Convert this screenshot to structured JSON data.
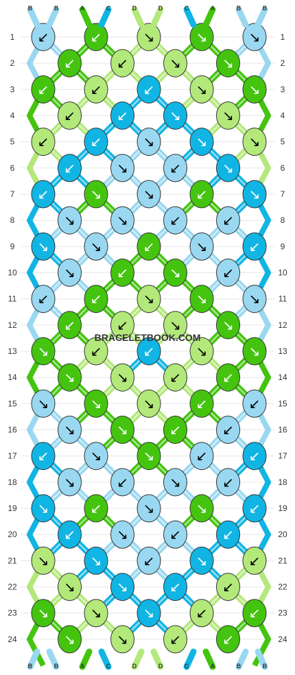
{
  "colors": {
    "A": "#44c40f",
    "B": "#99d8f0",
    "C": "#11b5e4",
    "D": "#b3e87a"
  },
  "strands": {
    "top": [
      "B",
      "B",
      "A",
      "C",
      "D",
      "D",
      "C",
      "A",
      "B",
      "B"
    ],
    "bottom": [
      "B",
      "B",
      "A",
      "C",
      "D",
      "D",
      "C",
      "A",
      "B",
      "B"
    ]
  },
  "row_labels": [
    "1",
    "2",
    "3",
    "4",
    "5",
    "6",
    "7",
    "8",
    "9",
    "10",
    "11",
    "12",
    "13",
    "14",
    "15",
    "16",
    "17",
    "18",
    "19",
    "20",
    "21",
    "22",
    "23",
    "24"
  ],
  "watermark": "BRACELETBOOK.COM",
  "knot_rows": [
    [
      {
        "c": "B",
        "d": "↙"
      },
      {
        "c": "A",
        "d": "↙"
      },
      {
        "c": "D",
        "d": "↘"
      },
      {
        "c": "A",
        "d": "↘"
      },
      {
        "c": "B",
        "d": "↘"
      }
    ],
    [
      {
        "c": "A",
        "d": "↙"
      },
      {
        "c": "D",
        "d": "↙"
      },
      {
        "c": "D",
        "d": "↘"
      },
      {
        "c": "A",
        "d": "↘"
      }
    ],
    [
      {
        "c": "A",
        "d": "↙"
      },
      {
        "c": "D",
        "d": "↙"
      },
      {
        "c": "C",
        "d": "↙"
      },
      {
        "c": "D",
        "d": "↘"
      },
      {
        "c": "A",
        "d": "↘"
      }
    ],
    [
      {
        "c": "D",
        "d": "↙"
      },
      {
        "c": "C",
        "d": "↙"
      },
      {
        "c": "C",
        "d": "↘"
      },
      {
        "c": "D",
        "d": "↘"
      }
    ],
    [
      {
        "c": "D",
        "d": "↙"
      },
      {
        "c": "C",
        "d": "↙"
      },
      {
        "c": "B",
        "d": "↘"
      },
      {
        "c": "C",
        "d": "↘"
      },
      {
        "c": "D",
        "d": "↘"
      }
    ],
    [
      {
        "c": "C",
        "d": "↙"
      },
      {
        "c": "B",
        "d": "↘"
      },
      {
        "c": "B",
        "d": "↙"
      },
      {
        "c": "C",
        "d": "↘"
      }
    ],
    [
      {
        "c": "C",
        "d": "↙"
      },
      {
        "c": "A",
        "d": "↘"
      },
      {
        "c": "B",
        "d": "↘"
      },
      {
        "c": "A",
        "d": "↙"
      },
      {
        "c": "C",
        "d": "↘"
      }
    ],
    [
      {
        "c": "B",
        "d": "↘"
      },
      {
        "c": "B",
        "d": "↘"
      },
      {
        "c": "B",
        "d": "↙"
      },
      {
        "c": "B",
        "d": "↙"
      }
    ],
    [
      {
        "c": "C",
        "d": "↘"
      },
      {
        "c": "B",
        "d": "↘"
      },
      {
        "c": "A",
        "d": "↙"
      },
      {
        "c": "B",
        "d": "↘"
      },
      {
        "c": "C",
        "d": "↙"
      }
    ],
    [
      {
        "c": "B",
        "d": "↘"
      },
      {
        "c": "A",
        "d": "↙"
      },
      {
        "c": "A",
        "d": "↘"
      },
      {
        "c": "B",
        "d": "↙"
      }
    ],
    [
      {
        "c": "B",
        "d": "↙"
      },
      {
        "c": "A",
        "d": "↙"
      },
      {
        "c": "D",
        "d": "↘"
      },
      {
        "c": "A",
        "d": "↘"
      },
      {
        "c": "B",
        "d": "↘"
      }
    ],
    [
      {
        "c": "A",
        "d": "↙"
      },
      {
        "c": "D",
        "d": "↙"
      },
      {
        "c": "D",
        "d": "↘"
      },
      {
        "c": "A",
        "d": "↘"
      }
    ],
    [
      {
        "c": "A",
        "d": "↘"
      },
      {
        "c": "D",
        "d": "↙"
      },
      {
        "c": "C",
        "d": "↙"
      },
      {
        "c": "D",
        "d": "↘"
      },
      {
        "c": "A",
        "d": "↘"
      }
    ],
    [
      {
        "c": "A",
        "d": "↘"
      },
      {
        "c": "D",
        "d": "↘"
      },
      {
        "c": "D",
        "d": "↙"
      },
      {
        "c": "A",
        "d": "↙"
      }
    ],
    [
      {
        "c": "B",
        "d": "↘"
      },
      {
        "c": "A",
        "d": "↘"
      },
      {
        "c": "D",
        "d": "↘"
      },
      {
        "c": "A",
        "d": "↙"
      },
      {
        "c": "B",
        "d": "↙"
      }
    ],
    [
      {
        "c": "B",
        "d": "↘"
      },
      {
        "c": "A",
        "d": "↘"
      },
      {
        "c": "A",
        "d": "↙"
      },
      {
        "c": "B",
        "d": "↙"
      }
    ],
    [
      {
        "c": "C",
        "d": "↙"
      },
      {
        "c": "B",
        "d": "↘"
      },
      {
        "c": "A",
        "d": "↘"
      },
      {
        "c": "B",
        "d": "↙"
      },
      {
        "c": "C",
        "d": "↙"
      }
    ],
    [
      {
        "c": "B",
        "d": "↘"
      },
      {
        "c": "B",
        "d": "↙"
      },
      {
        "c": "B",
        "d": "↘"
      },
      {
        "c": "B",
        "d": "↙"
      }
    ],
    [
      {
        "c": "C",
        "d": "↘"
      },
      {
        "c": "A",
        "d": "↙"
      },
      {
        "c": "B",
        "d": "↘"
      },
      {
        "c": "A",
        "d": "↘"
      },
      {
        "c": "C",
        "d": "↙"
      }
    ],
    [
      {
        "c": "C",
        "d": "↙"
      },
      {
        "c": "B",
        "d": "↘"
      },
      {
        "c": "B",
        "d": "↙"
      },
      {
        "c": "C",
        "d": "↙"
      }
    ],
    [
      {
        "c": "D",
        "d": "↘"
      },
      {
        "c": "C",
        "d": "↘"
      },
      {
        "c": "B",
        "d": "↙"
      },
      {
        "c": "C",
        "d": "↘"
      },
      {
        "c": "D",
        "d": "↙"
      }
    ],
    [
      {
        "c": "D",
        "d": "↘"
      },
      {
        "c": "C",
        "d": "↘"
      },
      {
        "c": "C",
        "d": "↙"
      },
      {
        "c": "D",
        "d": "↙"
      }
    ],
    [
      {
        "c": "A",
        "d": "↘"
      },
      {
        "c": "D",
        "d": "↘"
      },
      {
        "c": "C",
        "d": "↘"
      },
      {
        "c": "D",
        "d": "↙"
      },
      {
        "c": "A",
        "d": "↙"
      }
    ],
    [
      {
        "c": "A",
        "d": "↘"
      },
      {
        "c": "D",
        "d": "↘"
      },
      {
        "c": "D",
        "d": "↙"
      },
      {
        "c": "A",
        "d": "↙"
      }
    ]
  ]
}
